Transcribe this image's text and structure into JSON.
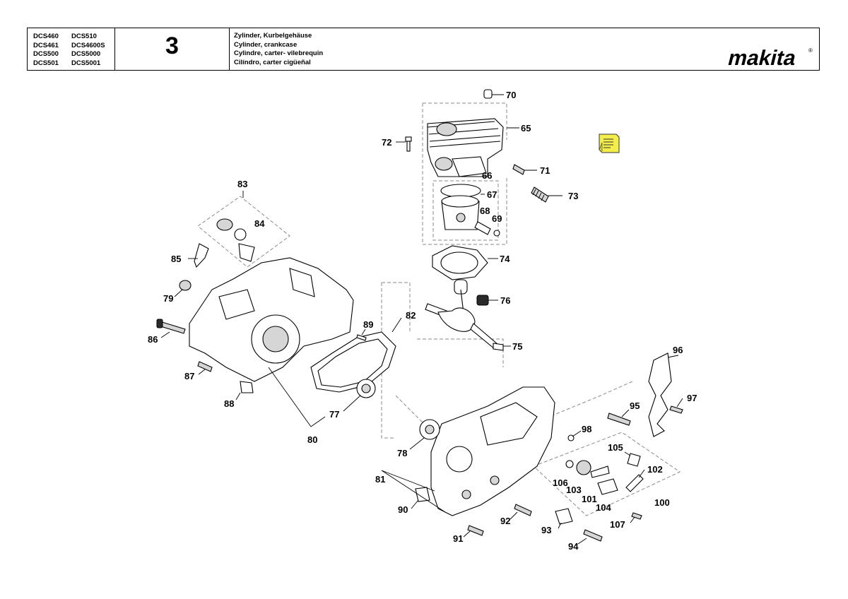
{
  "header": {
    "models": [
      "DCS460",
      "DCS510",
      "DCS461",
      "DCS4600S",
      "DCS500",
      "DCS5000",
      "DCS501",
      "DCS5001"
    ],
    "page_number": "3",
    "titles": [
      "Zylinder, Kurbelgehäuse",
      "Cylinder, crankcase",
      "Cylindre, carter- vilebrequin",
      "Cilíndro, carter cigüeñal"
    ],
    "logo_text": "makita",
    "logo_mark": "®"
  },
  "note_icon": "note-icon",
  "part_labels": [
    "70",
    "65",
    "72",
    "71",
    "66",
    "67",
    "73",
    "68",
    "69",
    "83",
    "84",
    "74",
    "85",
    "79",
    "76",
    "82",
    "86",
    "89",
    "75",
    "96",
    "87",
    "88",
    "97",
    "95",
    "77",
    "98",
    "80",
    "78",
    "105",
    "102",
    "81",
    "106",
    "103",
    "101",
    "104",
    "100",
    "90",
    "92",
    "107",
    "93",
    "91",
    "94"
  ]
}
